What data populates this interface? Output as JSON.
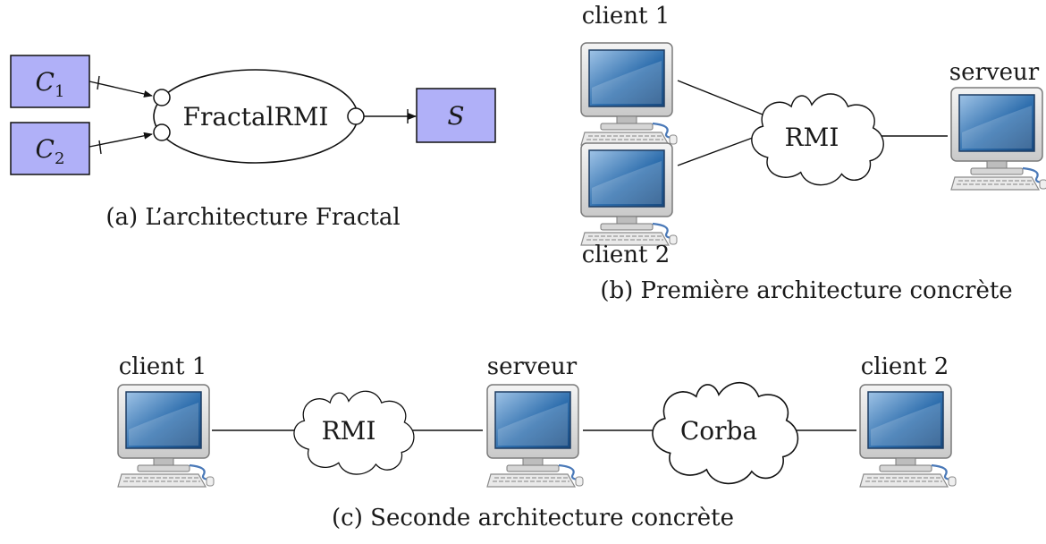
{
  "fractal": {
    "caption": "(a) L’architecture Fractal",
    "components": [
      {
        "name": "C",
        "sub": "1"
      },
      {
        "name": "C",
        "sub": "2"
      },
      {
        "name": "S",
        "sub": ""
      }
    ],
    "connector": "FractalRMI",
    "component_color": "#b0b0f8"
  },
  "first": {
    "caption": "(b) Première architecture concrète",
    "client1": "client 1",
    "client2": "client 2",
    "server": "serveur",
    "cloud": "RMI"
  },
  "second": {
    "caption": "(c) Seconde architecture concrète",
    "client1": "client 1",
    "server": "serveur",
    "client2": "client 2",
    "cloud_rmi": "RMI",
    "cloud_corba": "Corba"
  },
  "icons": {
    "computer": "desktop-computer-icon",
    "network": "cloud-icon"
  }
}
